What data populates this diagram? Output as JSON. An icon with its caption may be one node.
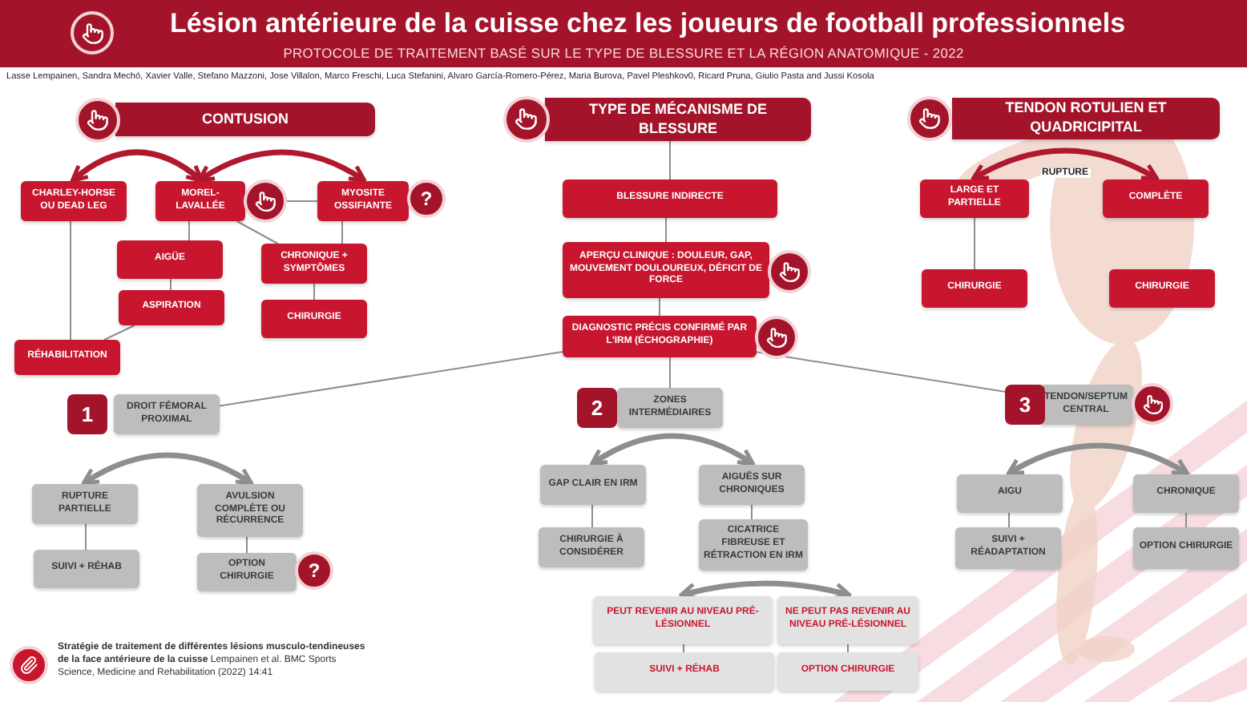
{
  "diagram": {
    "title": "Lésion antérieure de la cuisse chez les joueurs de football professionnels",
    "nodes": [
      {
        "text": [
          "CONTUSION"
        ]
      },
      {
        "text": [
          "TYPE DE MÉCANISME DE BLESSURE"
        ]
      },
      {
        "text": [
          "TENDON ROTULIEN ET QUADRICIPITAL"
        ]
      },
      {
        "text": [
          "CHARLEY-HORSE OU DEAD LEG"
        ]
      },
      {
        "text": [
          "MOREL-LAVALLÉE"
        ]
      },
      {
        "text": [
          "MYOSITE OSSIFIANTE"
        ],
        "beside": [
          "?"
        ]
      },
      {
        "text": [
          "AIGÜE"
        ]
      },
      {
        "text": [
          "CHRONIQUE + SYMPTÔMES"
        ]
      },
      {
        "text": [
          "ASPIRATION"
        ]
      },
      {
        "text": [
          "CHIRURGIE"
        ]
      },
      {
        "text": [
          "RÉHABILITATION"
        ]
      },
      {
        "text": [
          "BLESSURE INDIRECTE"
        ]
      },
      {
        "text": [
          "APERÇU CLINIQUE : DOULEUR, GAP, MOUVEMENT DOULOUREUX, DÉFICIT DE FORCE"
        ]
      },
      {
        "text": [
          "DIAGNOSTIC PRÉCIS CONFIRMÉ PAR L'IRM (ÉCHOGRAPHIE)"
        ]
      },
      {
        "text": [
          "LARGE ET PARTIELLE"
        ]
      },
      {
        "text": [
          "COMPLÈTE"
        ]
      },
      {
        "text": [
          "CHIRURGIE"
        ]
      },
      {
        "text": [
          "CHIRURGIE"
        ]
      },
      {
        "text": [
          "DROIT FÉMORAL PROXIMAL"
        ],
        "beside": [
          "1"
        ]
      },
      {
        "text": [
          "ZONES INTERMÉDIAIRES"
        ],
        "beside": [
          "2"
        ]
      },
      {
        "text": [
          "TENDON/SEPTUM CENTRAL"
        ],
        "beside": [
          "3"
        ]
      },
      {
        "text": [
          "RUPTURE PARTIELLE"
        ]
      },
      {
        "text": [
          "AVULSION COMPLÈTE OU RÉCURRENCE"
        ]
      },
      {
        "text": [
          "SUIVI + RÉHAB"
        ]
      },
      {
        "text": [
          "OPTION CHIRURGIE"
        ],
        "beside": [
          "?"
        ]
      },
      {
        "text": [
          "GAP CLAIR EN IRM"
        ]
      },
      {
        "text": [
          "AIGUËS SUR CHRONIQUES"
        ]
      },
      {
        "text": [
          "CHIRURGIE À CONSIDÉRER"
        ]
      },
      {
        "text": [
          "CICATRICE FIBREUSE ET RÉTRACTION EN IRM"
        ]
      },
      {
        "text": [
          "PEUT REVENIR AU NIVEAU PRÉ-LÉSIONNEL"
        ]
      },
      {
        "text": [
          "NE PEUT PAS REVENIR AU NIVEAU PRÉ-LÉSIONNEL"
        ]
      },
      {
        "text": [
          "SUIVI + RÉHAB"
        ]
      },
      {
        "text": [
          "OPTION CHIRURGIE"
        ]
      },
      {
        "text": [
          "AIGU"
        ]
      },
      {
        "text": [
          "CHRONIQUE"
        ]
      },
      {
        "text": [
          "SUIVI + RÉADAPTATION"
        ]
      },
      {
        "text": [
          "OPTION CHIRURGIE"
        ]
      }
    ],
    "edges": [
      {
        "from": 3,
        "to": 4,
        "arrow": "both",
        "style": "thick",
        "color": "#b0182e"
      },
      {
        "from": 4,
        "to": 5,
        "arrow": "both",
        "style": "thick",
        "color": "#b0182e"
      },
      {
        "from": 4,
        "to": 5,
        "arrow": "none"
      },
      {
        "from": 4,
        "to": 6,
        "arrow": "none"
      },
      {
        "from": 6,
        "to": 8,
        "arrow": "none"
      },
      {
        "from": 8,
        "to": 10,
        "arrow": "none"
      },
      {
        "from": 3,
        "to": 10,
        "arrow": "none"
      },
      {
        "from": 4,
        "to": 7,
        "arrow": "none"
      },
      {
        "from": 5,
        "to": 7,
        "arrow": "none"
      },
      {
        "from": 7,
        "to": 9,
        "arrow": "none"
      },
      {
        "from": 1,
        "to": 11,
        "arrow": "none"
      },
      {
        "from": 11,
        "to": 12,
        "arrow": "none"
      },
      {
        "from": 12,
        "to": 13,
        "arrow": "none"
      },
      {
        "from": 13,
        "to": 18,
        "arrow": "none"
      },
      {
        "from": 13,
        "to": 19,
        "arrow": "none"
      },
      {
        "from": 13,
        "to": 20,
        "arrow": "none"
      },
      {
        "from": 14,
        "to": 15,
        "arrow": "both",
        "label": "RUPTURE",
        "style": "thick",
        "color": "#b0182e"
      },
      {
        "from": 14,
        "to": 16,
        "arrow": "none"
      },
      {
        "from": 21,
        "to": 22,
        "arrow": "both",
        "style": "thick"
      },
      {
        "from": 21,
        "to": 23,
        "arrow": "none"
      },
      {
        "from": 22,
        "to": 24,
        "arrow": "none"
      },
      {
        "from": 25,
        "to": 26,
        "arrow": "both",
        "style": "thick"
      },
      {
        "from": 25,
        "to": 27,
        "arrow": "none"
      },
      {
        "from": 26,
        "to": 28,
        "arrow": "none"
      },
      {
        "from": 29,
        "to": 30,
        "arrow": "both",
        "style": "thick"
      },
      {
        "from": 29,
        "to": 31,
        "arrow": "none"
      },
      {
        "from": 30,
        "to": 32,
        "arrow": "none"
      },
      {
        "from": 33,
        "to": 34,
        "arrow": "both",
        "style": "thick"
      },
      {
        "from": 33,
        "to": 35,
        "arrow": "none"
      },
      {
        "from": 34,
        "to": 36,
        "arrow": "none"
      }
    ],
    "labels": [
      "PROTOCOLE DE TRAITEMENT BASÉ SUR LE TYPE DE BLESSURE ET LA RÉGION ANATOMIQUE - 2022",
      "Lasse Lempainen, Sandra Mechó, Xavier Valle, Stefano Mazzoni, Jose Villalon, Marco Freschi, Luca Stefanini, Alvaro García-Romero-Pérez, Maria Burova, Pavel Pleshkov0, Ricard Pruna, Giulio Pasta and Jussi Kosola",
      "**Stratégie de traitement de différentes lésions musculo-tendineuses de la face antérieure de la cuisse** Lempainen et al. BMC Sports Science, Medicine and Rehabilitation (2022) 14:41"
    ]
  }
}
